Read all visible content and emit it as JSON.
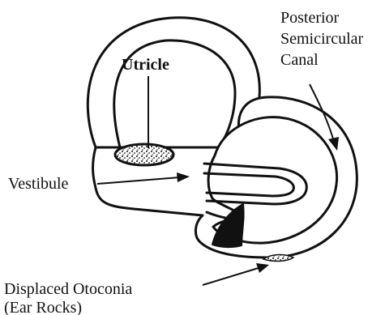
{
  "labels": {
    "utricle": "Utricle",
    "posterior_line1": "Posterior",
    "posterior_line2": "Semicircular",
    "posterior_line3": "Canal",
    "vestibule": "Vestibule",
    "otoconia_line1": "Displaced Otoconia",
    "otoconia_line2": "(Ear Rocks)"
  },
  "colors": {
    "ink": "#111111",
    "background": "#ffffff",
    "fill_dark": "#111111",
    "speckle": "#bfbfbf"
  }
}
